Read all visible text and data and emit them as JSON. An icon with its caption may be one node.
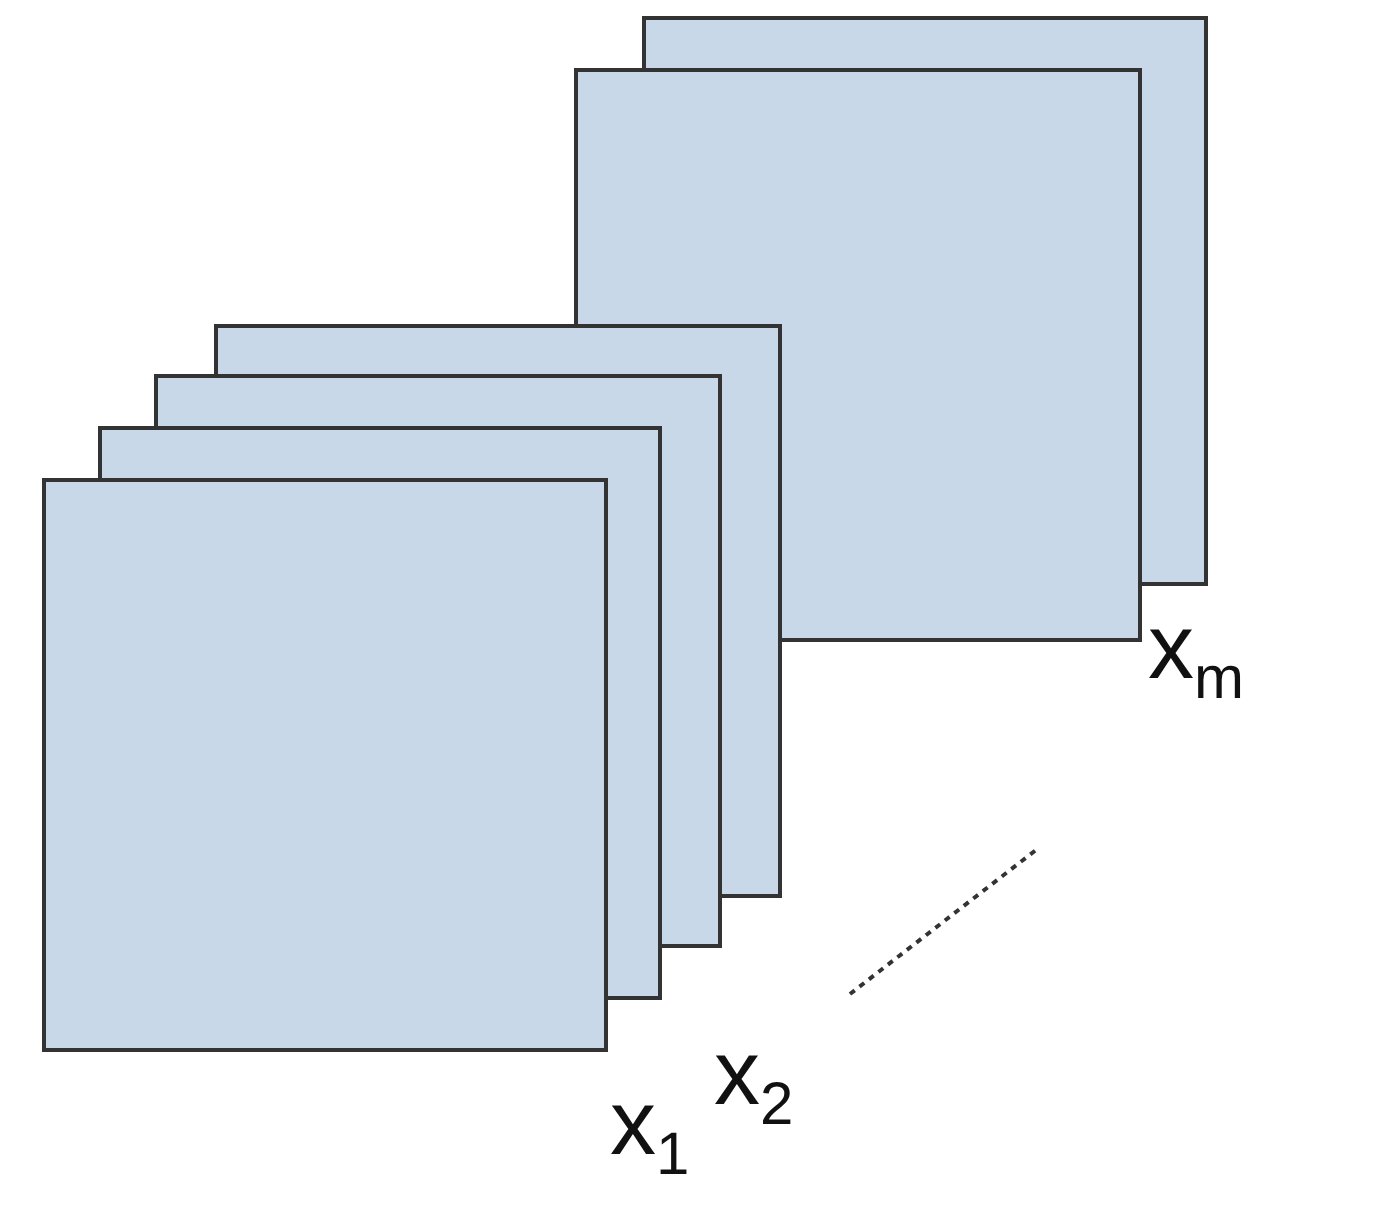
{
  "diagram": {
    "labels": [
      "x$_{m}$",
      "x$_{2}$",
      "x$_{1}$"
    ]
  }
}
